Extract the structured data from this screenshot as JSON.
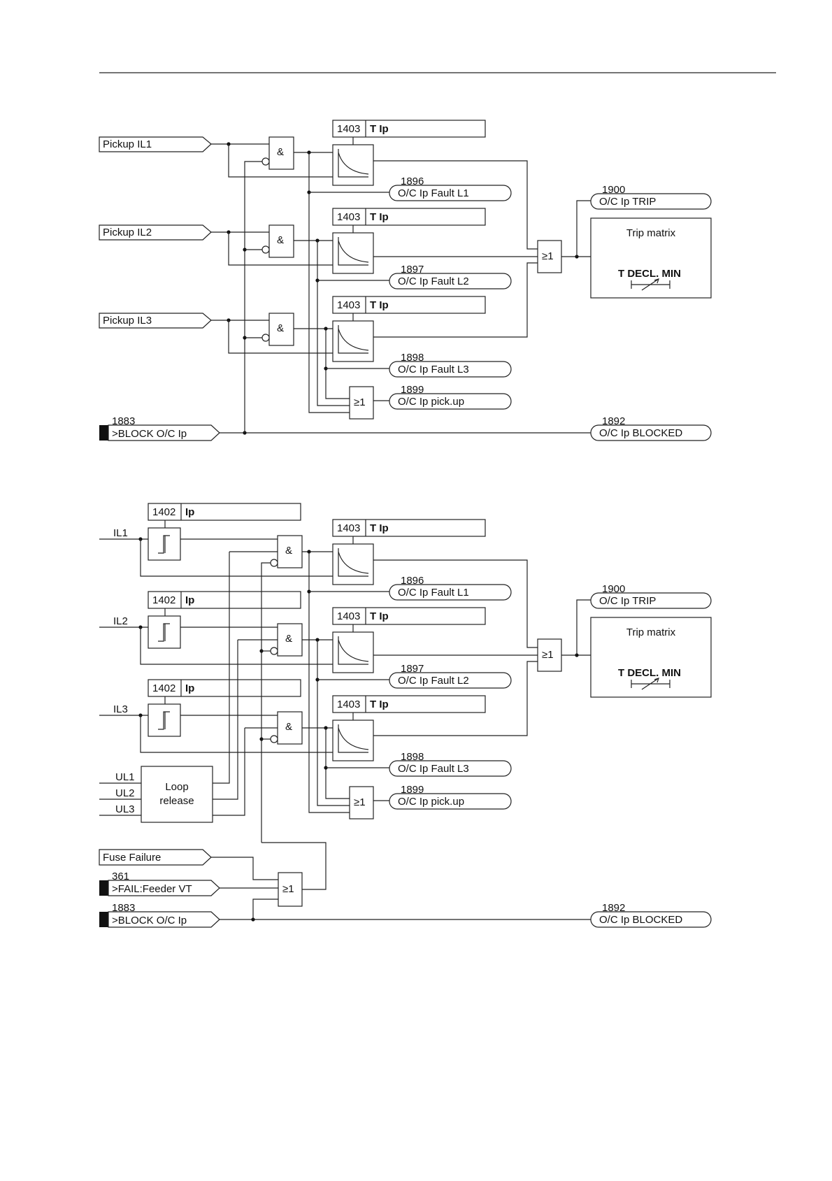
{
  "diagram1": {
    "inputs": {
      "pickup_il1": "Pickup IL1",
      "pickup_il2": "Pickup IL2",
      "pickup_il3": "Pickup IL3",
      "block_no": "1883",
      "block_label": ">BLOCK O/C Ip"
    },
    "param_no": "1403",
    "param_name": "T Ip",
    "and_symbol": "&",
    "or_symbol": "≥1",
    "outputs": {
      "fault_l1_no": "1896",
      "fault_l1": "O/C Ip Fault L1",
      "fault_l2_no": "1897",
      "fault_l2": "O/C Ip Fault L2",
      "fault_l3_no": "1898",
      "fault_l3": "O/C Ip Fault L3",
      "pickup_no": "1899",
      "pickup": "O/C Ip pick.up",
      "trip_no": "1900",
      "trip": "O/C Ip TRIP",
      "blocked_no": "1892",
      "blocked": "O/C Ip BLOCKED"
    },
    "trip_matrix": {
      "title": "Trip matrix",
      "subtitle": "T DECL. MIN"
    }
  },
  "diagram2": {
    "inputs": {
      "il1": "IL1",
      "il2": "IL2",
      "il3": "IL3",
      "ul1": "UL1",
      "ul2": "UL2",
      "ul3": "UL3",
      "fuse_failure": "Fuse Failure",
      "fail_no": "361",
      "fail_label": ">FAIL:Feeder VT",
      "block_no": "1883",
      "block_label": ">BLOCK O/C Ip"
    },
    "ip_param_no": "1402",
    "ip_param_name": "Ip",
    "param_no": "1403",
    "param_name": "T Ip",
    "and_symbol": "&",
    "or_symbol": "≥1",
    "loop_release": {
      "line1": "Loop",
      "line2": "release"
    },
    "outputs": {
      "fault_l1_no": "1896",
      "fault_l1": "O/C Ip Fault L1",
      "fault_l2_no": "1897",
      "fault_l2": "O/C Ip Fault L2",
      "fault_l3_no": "1898",
      "fault_l3": "O/C Ip Fault L3",
      "pickup_no": "1899",
      "pickup": "O/C Ip pick.up",
      "trip_no": "1900",
      "trip": "O/C Ip TRIP",
      "blocked_no": "1892",
      "blocked": "O/C Ip BLOCKED"
    },
    "trip_matrix": {
      "title": "Trip matrix",
      "subtitle": "T DECL. MIN"
    }
  }
}
